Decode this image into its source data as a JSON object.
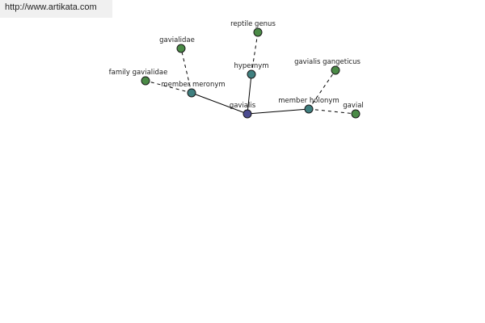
{
  "watermark": {
    "url_text": "http://www.artikata.com"
  },
  "colors": {
    "center_node": "#4b4b8f",
    "relation_node": "#3f7f7f",
    "leaf_node": "#4a8a46",
    "node_stroke": "#1a1a1a",
    "edge": "#000000",
    "text": "#222222"
  },
  "graph": {
    "nodes": [
      {
        "id": "gavialis",
        "label": "gavialis",
        "kind": "center"
      },
      {
        "id": "hypernym",
        "label": "hypernym",
        "kind": "relation"
      },
      {
        "id": "member-meronym",
        "label": "member meronym",
        "kind": "relation"
      },
      {
        "id": "member-holonym",
        "label": "member holonym",
        "kind": "relation"
      },
      {
        "id": "reptile-genus",
        "label": "reptile genus",
        "kind": "leaf"
      },
      {
        "id": "gavialidae",
        "label": "gavialidae",
        "kind": "leaf"
      },
      {
        "id": "family-gavialidae",
        "label": "family gavialidae",
        "kind": "leaf"
      },
      {
        "id": "gavialis-gangeticus",
        "label": "gavialis gangeticus",
        "kind": "leaf"
      },
      {
        "id": "gavial",
        "label": "gavial",
        "kind": "leaf"
      }
    ],
    "edges": [
      {
        "from": "gavialis",
        "to": "hypernym",
        "style": "solid"
      },
      {
        "from": "gavialis",
        "to": "member-meronym",
        "style": "solid"
      },
      {
        "from": "gavialis",
        "to": "member-holonym",
        "style": "solid"
      },
      {
        "from": "hypernym",
        "to": "reptile-genus",
        "style": "dashed"
      },
      {
        "from": "member-meronym",
        "to": "gavialidae",
        "style": "dashed"
      },
      {
        "from": "member-meronym",
        "to": "family-gavialidae",
        "style": "dashed"
      },
      {
        "from": "member-holonym",
        "to": "gavialis-gangeticus",
        "style": "dashed"
      },
      {
        "from": "member-holonym",
        "to": "gavial",
        "style": "dashed"
      }
    ]
  }
}
